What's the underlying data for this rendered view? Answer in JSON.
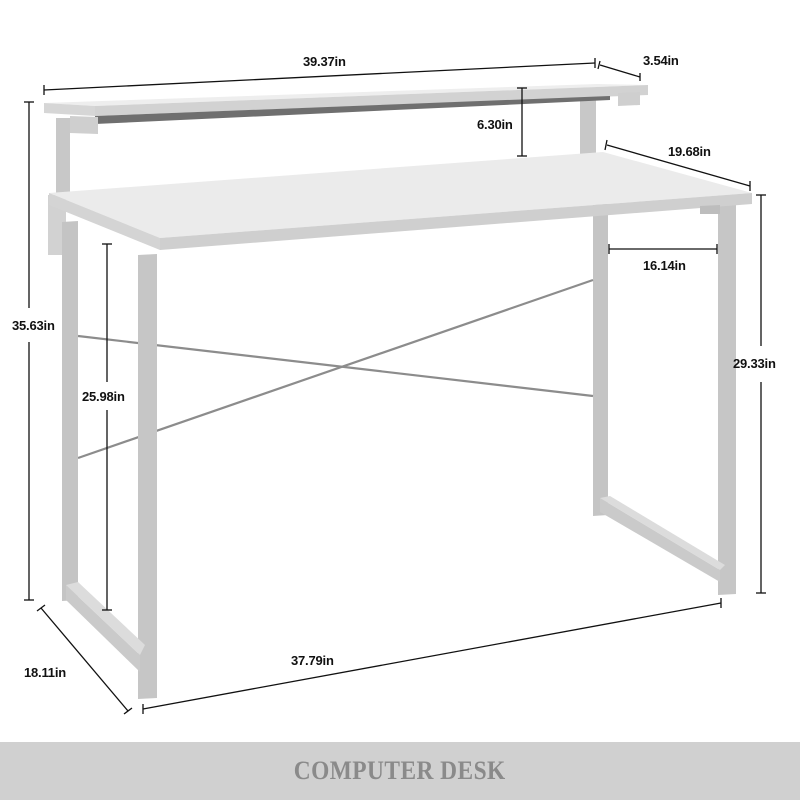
{
  "diagram": {
    "subject": "computer desk with monitor shelf",
    "colors": {
      "background": "#ffffff",
      "desktop_top": "#ebebeb",
      "desktop_edge": "#cfcfcf",
      "frame": "#c4c4c4",
      "frame_shadow": "#a8a8a8",
      "cross_brace": "#8c8c8c",
      "dimension_line": "#111111",
      "banner_bg": "#d0d0d0",
      "banner_text": "#8a8a8a"
    }
  },
  "dimensions": {
    "shelf_width": "39.37in",
    "shelf_depth": "3.54in",
    "shelf_height_gap": "6.30in",
    "desk_depth": "19.68in",
    "inner_leg_span": "16.14in",
    "total_height": "35.63in",
    "leg_clearance": "25.98in",
    "desk_height": "29.33in",
    "base_depth": "18.11in",
    "base_width": "37.79in"
  },
  "banner": {
    "title": "COMPUTER DESK"
  }
}
